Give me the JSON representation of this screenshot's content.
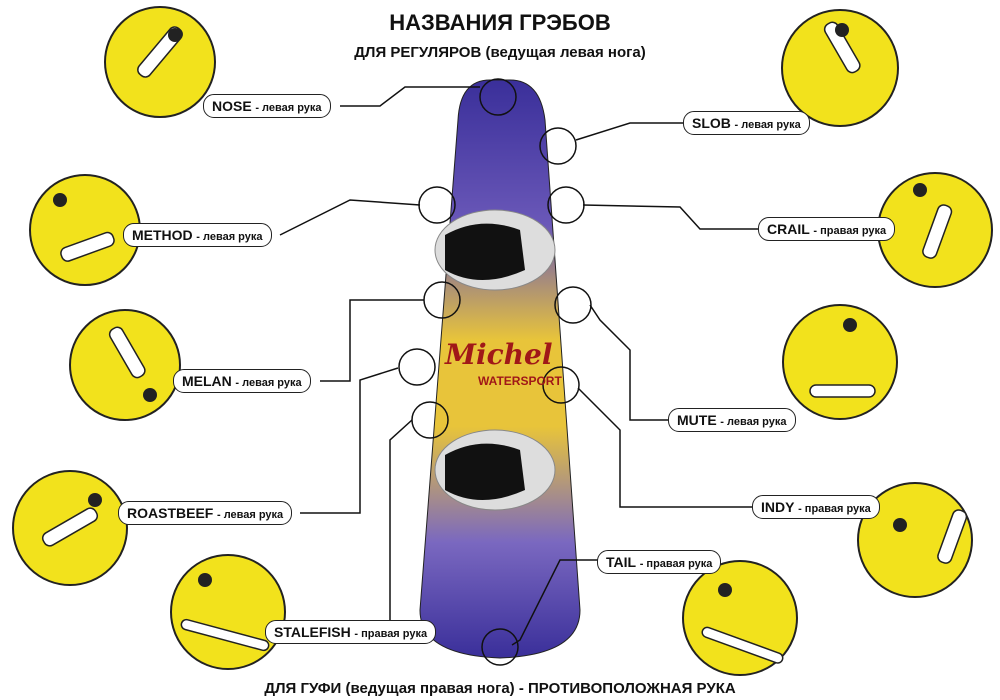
{
  "title": "НАЗВАНИЯ ГРЭБОВ",
  "subtitle_top": "ДЛЯ РЕГУЛЯРОВ (ведущая левая нога)",
  "subtitle_bottom": "ДЛЯ ГУФИ (ведущая правая нога) - ПРОТИВОПОЛОЖНАЯ РУКА",
  "brand": {
    "name": "Michel",
    "sub": "WATERSPORT"
  },
  "colors": {
    "board_top": "#3a2f9a",
    "board_mid": "#e8c43a",
    "circle_fill": "#f2e21c",
    "brand": "#a01818"
  },
  "grabs": [
    {
      "name": "NOSE",
      "hand": "- левая рука"
    },
    {
      "name": "SLOB",
      "hand": "- левая рука"
    },
    {
      "name": "METHOD",
      "hand": "- левая рука"
    },
    {
      "name": "CRAIL",
      "hand": "- правая рука"
    },
    {
      "name": "MELAN",
      "hand": "- левая рука"
    },
    {
      "name": "MUTE",
      "hand": "- левая рука"
    },
    {
      "name": "ROASTBEEF",
      "hand": "- левая рука"
    },
    {
      "name": "INDY",
      "hand": "- правая рука"
    },
    {
      "name": "STALEFISH",
      "hand": "- правая рука"
    },
    {
      "name": "TAIL",
      "hand": "- правая рука"
    }
  ]
}
